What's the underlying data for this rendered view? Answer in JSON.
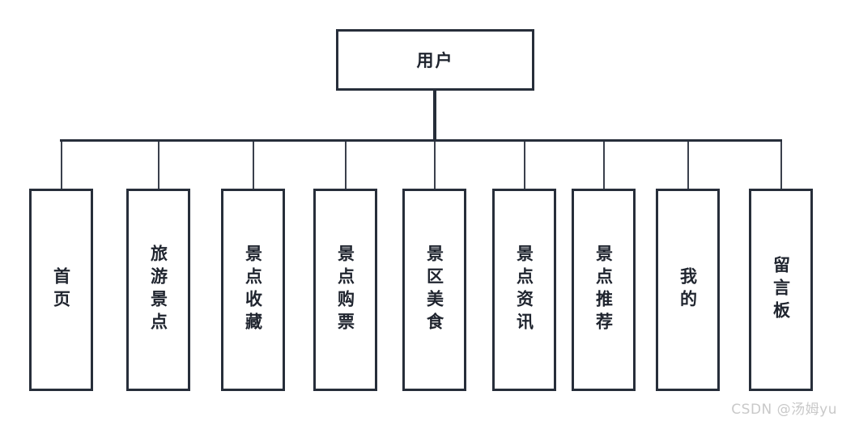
{
  "diagram": {
    "root": {
      "label": "用户"
    },
    "children": [
      {
        "label": "首页"
      },
      {
        "label": "旅游景点"
      },
      {
        "label": "景点收藏"
      },
      {
        "label": "景点购票"
      },
      {
        "label": "景区美食"
      },
      {
        "label": "景点资讯"
      },
      {
        "label": "景点推荐"
      },
      {
        "label": "我的"
      },
      {
        "label": "留言板"
      }
    ]
  },
  "watermark": {
    "text": "CSDN @汤姆yu"
  },
  "colors": {
    "stroke": "#272e3a",
    "text": "#1f242e",
    "background": "#ffffff",
    "watermark": "#c9c9c9"
  }
}
